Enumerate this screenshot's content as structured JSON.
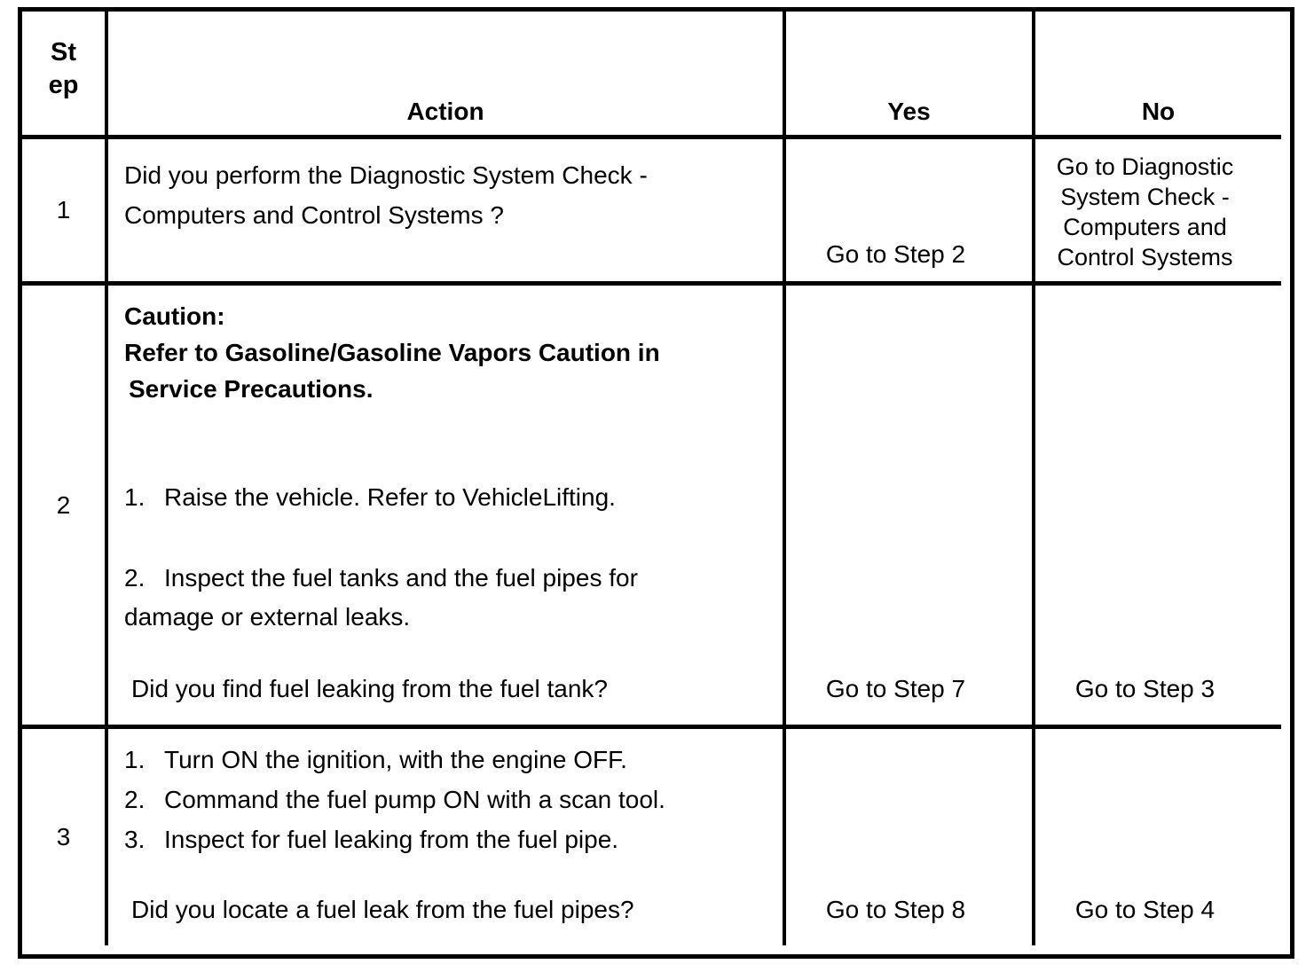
{
  "table": {
    "headers": {
      "step_line1": "St",
      "step_line2": "ep",
      "action": "Action",
      "yes": "Yes",
      "no": "No"
    },
    "rows": [
      {
        "step": "1",
        "action_lines": [
          "Did you perform the Diagnostic System Check -",
          "Computers and Control Systems ?"
        ],
        "yes": "Go to Step 2",
        "no_lines": [
          "Go to Diagnostic",
          "System Check -",
          "Computers and",
          "Control Systems"
        ]
      },
      {
        "step": "2",
        "caution_lines": [
          "Caution:",
          "Refer to Gasoline/Gasoline Vapors Caution in",
          "Service Precautions."
        ],
        "items": [
          {
            "num": "1.",
            "text": "Raise the vehicle. Refer to VehicleLifting."
          },
          {
            "num": "2.",
            "text": "Inspect the fuel tanks and the fuel pipes for",
            "cont": "damage or external leaks."
          }
        ],
        "question": "Did you find fuel leaking from the fuel tank?",
        "yes": "Go to Step 7",
        "no": "Go to Step 3"
      },
      {
        "step": "3",
        "items": [
          {
            "num": "1.",
            "text": "Turn ON the ignition, with the engine OFF."
          },
          {
            "num": "2.",
            "text": "Command the fuel pump ON with a scan tool."
          },
          {
            "num": "3.",
            "text": "Inspect for fuel leaking from the fuel pipe."
          }
        ],
        "question": "Did you locate a fuel leak from the fuel pipes?",
        "yes": "Go to Step 8",
        "no": "Go to Step 4"
      }
    ],
    "colors": {
      "border": "#000000",
      "background": "#ffffff",
      "text": "#000000"
    }
  }
}
